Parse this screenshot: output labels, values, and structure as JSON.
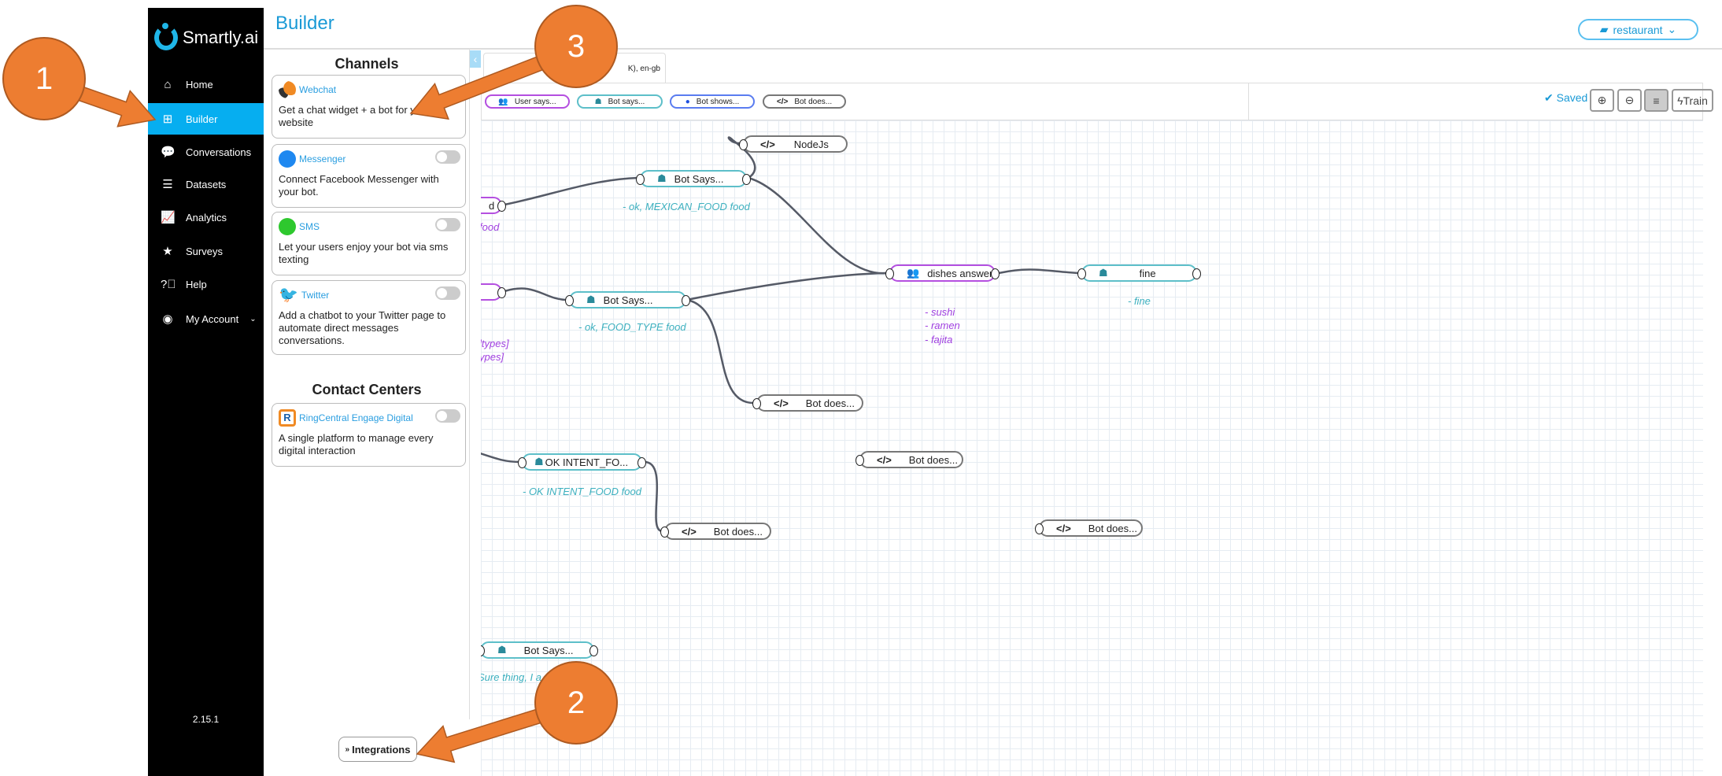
{
  "app": {
    "logo": "Smartly.ai",
    "version": "2.15.1"
  },
  "sidebar": {
    "items": [
      {
        "label": "Home",
        "icon": "home-icon"
      },
      {
        "label": "Builder",
        "icon": "sitemap-icon",
        "active": true
      },
      {
        "label": "Conversations",
        "icon": "comments-icon"
      },
      {
        "label": "Datasets",
        "icon": "database-icon"
      },
      {
        "label": "Analytics",
        "icon": "chart-line-icon"
      },
      {
        "label": "Surveys",
        "icon": "star-icon"
      },
      {
        "label": "Help",
        "icon": "question-circle-icon"
      },
      {
        "label": "My Account",
        "icon": "user-circle-icon"
      }
    ]
  },
  "header": {
    "title": "Builder",
    "bot_selector": "restaurant"
  },
  "channels": {
    "title": "Channels",
    "items": [
      {
        "name": "Webchat",
        "desc": "Get a chat widget + a bot for your website"
      },
      {
        "name": "Messenger",
        "desc": "Connect Facebook Messenger with your bot.",
        "enabled": false
      },
      {
        "name": "SMS",
        "desc": "Let your users enjoy your bot via sms texting",
        "enabled": false
      },
      {
        "name": "Twitter",
        "desc": "Add a chatbot to your Twitter page to automate direct messages conversations.",
        "enabled": false
      }
    ]
  },
  "contact_centers": {
    "title": "Contact Centers",
    "items": [
      {
        "name": "RingCentral Engage Digital",
        "desc": "A single platform to manage every digital interaction",
        "enabled": false
      }
    ]
  },
  "integrations_label": "Integrations",
  "tab": {
    "label": "K), en-gb"
  },
  "palette": {
    "user_says": "User says...",
    "bot_says": "Bot says...",
    "bot_shows": "Bot shows...",
    "bot_does": "Bot does..."
  },
  "toolbar": {
    "saved": "Saved",
    "train": "Train"
  },
  "canvas": {
    "nodes": {
      "user1": "d",
      "bot_says1": "Bot Says...",
      "nodejs": "NodeJs",
      "dishes": "dishes answer",
      "fine": "fine",
      "bot_says2": "Bot Says...",
      "bot_does1": "Bot does...",
      "bot_does2": "Bot does...",
      "ok_intent": "OK INTENT_FO...",
      "bot_does3": "Bot does...",
      "bot_does4": "Bot does...",
      "bot_says3": "Bot Says..."
    },
    "captions": {
      "food": "food",
      "mexican": "- ok, MEXICAN_FOOD food",
      "sushi": "- sushi",
      "ramen": "- ramen",
      "fajita": "- fajita",
      "fine": "- fine",
      "types1": "ltypes]",
      "types2": "ypes]",
      "food_type": "- ok, FOOD_TYPE food",
      "ok_intent": "- OK INTENT_FOOD food",
      "sure": "Sure thing, I a"
    }
  },
  "annotations": [
    "1",
    "2",
    "3"
  ],
  "colors": {
    "accent": "#06aef0",
    "annotation": "#ed7d31",
    "user_node": "#b44fe0",
    "bot_node": "#5dbfc9"
  }
}
